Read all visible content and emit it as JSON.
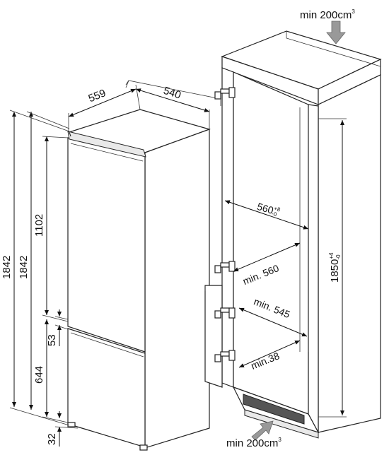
{
  "labels": {
    "depth_559": "559",
    "width_540": "540",
    "height_1842_outer": "1842",
    "height_1842_inner": "1842",
    "height_1102": "1102",
    "gap_53": "53",
    "height_644": "644",
    "foot_32": "32",
    "min_top_text": "min 200cm",
    "min_top_sup": "3",
    "min_bottom_text": "min 200cm",
    "min_bottom_sup": "3",
    "niche_560_main": "560",
    "niche_560_sup": "+8",
    "niche_560_sub": "-0",
    "min_560": "min. 560",
    "min_545": "min. 545",
    "min_38": "min.38",
    "niche_1850_main": "1850",
    "niche_1850_sup": "+4",
    "niche_1850_sub": "-0"
  },
  "icons": {
    "airflow_top": "arrow-down-icon",
    "airflow_bottom": "arrow-up-right-icon"
  }
}
